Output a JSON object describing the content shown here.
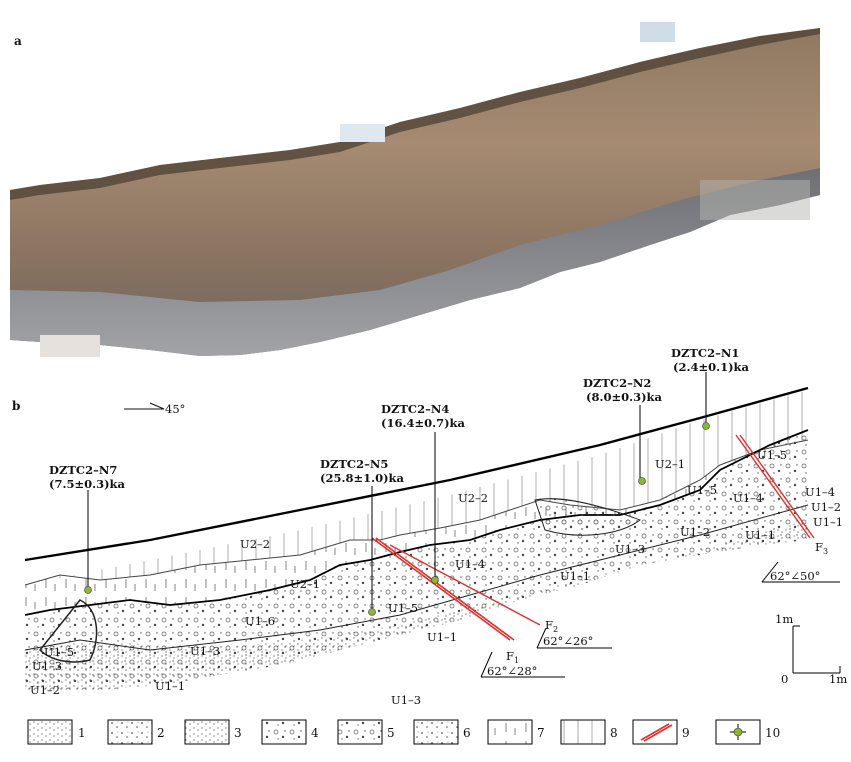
{
  "panel_a_label": "a",
  "panel_b_label": "b",
  "orientation": "45°",
  "samples": [
    {
      "id": "DZTC2–N1",
      "age": "(2.4±0.1)ka"
    },
    {
      "id": "DZTC2–N2",
      "age": "(8.0±0.3)ka"
    },
    {
      "id": "DZTC2–N4",
      "age": "(16.4±0.7)ka"
    },
    {
      "id": "DZTC2–N5",
      "age": "(25.8±1.0)ka"
    },
    {
      "id": "DZTC2–N7",
      "age": "(7.5±0.3)ka"
    }
  ],
  "units": {
    "u2_2": "U2–2",
    "u2_1": "U2–1",
    "u1_6": "U1–6",
    "u1_5": "U1–5",
    "u1_4": "U1–4",
    "u1_3": "U1–3",
    "u1_2": "U1–2",
    "u1_1": "U1–1"
  },
  "faults": {
    "f1": {
      "name": "F",
      "sub": "1",
      "attitude": "62°∠28°"
    },
    "f2": {
      "name": "F",
      "sub": "2",
      "attitude": "62°∠26°"
    },
    "f3": {
      "name": "F",
      "sub": "3",
      "attitude": "62°∠50°"
    }
  },
  "scale": {
    "vertical": "1m",
    "zero": "0",
    "horizontal": "1m"
  },
  "legend": [
    "1",
    "2",
    "3",
    "4",
    "5",
    "6",
    "7",
    "8",
    "9",
    "10"
  ],
  "colors": {
    "fault": "#e0312e",
    "sample_marker": "#8ab832",
    "sky": "#dfe7ec"
  }
}
